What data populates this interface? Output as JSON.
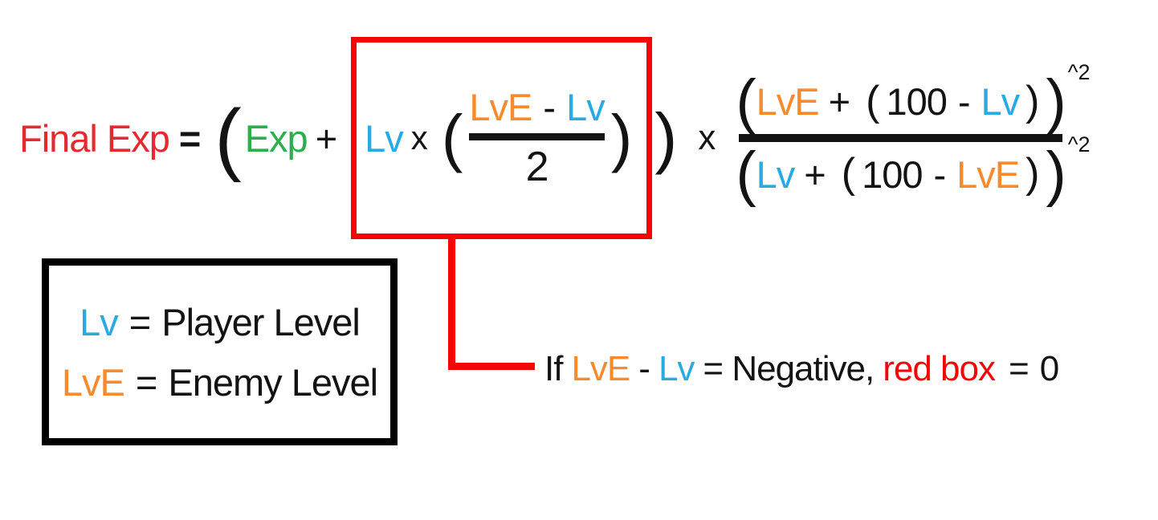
{
  "colors": {
    "red_text": "#E32A30",
    "red_box": "#F50505",
    "green": "#2EAD4F",
    "blue": "#29ABE2",
    "orange": "#F78A2D",
    "black": "#131313"
  },
  "equation": {
    "result_label": "Final Exp",
    "equals": "=",
    "open_paren": "(",
    "base_exp": "Exp",
    "plus": "+",
    "boxed_term": {
      "player_level": "Lv",
      "multiply": "x",
      "open_paren": "(",
      "numerator": {
        "enemy_level": "LvE",
        "minus": "-",
        "player_level": "Lv"
      },
      "denominator": "2",
      "close_paren": ")"
    },
    "close_paren": ")",
    "multiply": "x",
    "ratio": {
      "numerator": {
        "open_big": "(",
        "term_a": "LvE",
        "plus": "+",
        "open": "(",
        "const": "100",
        "minus": "-",
        "term_b": "Lv",
        "close": ")",
        "close_big": ")",
        "exponent": "^2"
      },
      "denominator": {
        "open_big": "(",
        "term_a": "Lv",
        "plus": "+",
        "open": "(",
        "const": "100",
        "minus": "-",
        "term_b": "LvE",
        "close": ")",
        "close_big": ")",
        "exponent": "^2"
      }
    }
  },
  "legend": {
    "rows": [
      {
        "term": "Lv",
        "equals": "=",
        "definition": "Player Level"
      },
      {
        "term": "LvE",
        "equals": "=",
        "definition": "Enemy Level"
      }
    ]
  },
  "condition": {
    "if_label": "If",
    "enemy_level": "LvE",
    "minus": "-",
    "player_level": "Lv",
    "equals_negative": "= Negative,",
    "red_box_label": "red box",
    "equals": "=",
    "zero": "0"
  }
}
